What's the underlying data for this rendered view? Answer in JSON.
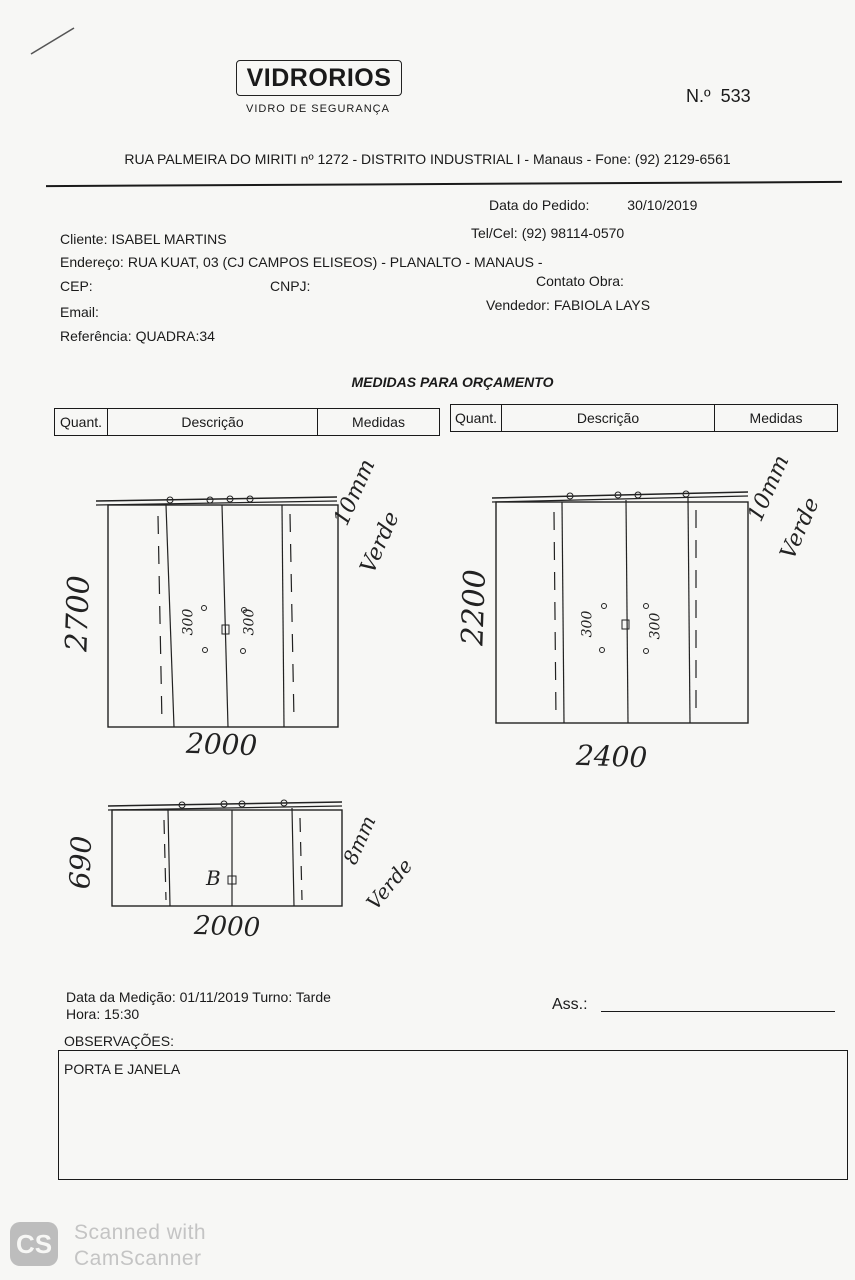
{
  "header": {
    "logo": "VIDRORIOS",
    "tagline": "VIDRO DE SEGURANÇA",
    "doc_number_label": "N.º",
    "doc_number": "533",
    "address": "RUA PALMEIRA DO MIRITI nº 1272 - DISTRITO INDUSTRIAL I - Manaus - Fone: (92) 2129-6561"
  },
  "order": {
    "date_label": "Data do Pedido:",
    "date_value": "30/10/2019",
    "client_label": "Cliente:",
    "client_value": "ISABEL MARTINS",
    "phone_label": "Tel/Cel:",
    "phone_value": "(92) 98114-0570",
    "address_label": "Endereço:",
    "address_value": "RUA KUAT, 03 (CJ CAMPOS ELISEOS) - PLANALTO - MANAUS -",
    "cep_label": "CEP:",
    "cnpj_label": "CNPJ:",
    "contact_label": "Contato Obra:",
    "email_label": "Email:",
    "seller_label": "Vendedor:",
    "seller_value": "FABIOLA LAYS",
    "ref_label": "Referência:",
    "ref_value": "QUADRA:34"
  },
  "measures": {
    "title": "MEDIDAS PARA ORÇAMENTO",
    "columns": [
      "Quant.",
      "Descrição",
      "Medidas"
    ]
  },
  "sketches": {
    "s1": {
      "height": "2700",
      "width": "2000",
      "spec_a": "10mm",
      "spec_b": "Verde",
      "h1": "300",
      "h2": "300"
    },
    "s2": {
      "height": "2200",
      "width": "2400",
      "spec_a": "10mm",
      "spec_b": "Verde",
      "h1": "300",
      "h2": "300"
    },
    "s3": {
      "height": "690",
      "width": "2000",
      "spec_a": "8mm",
      "spec_b": "Verde",
      "mark": "B"
    }
  },
  "footer": {
    "measure_date": "Data da Medição: 01/11/2019  Turno: Tarde",
    "time": "Hora: 15:30",
    "signature_label": "Ass.:",
    "notes_label": "OBSERVAÇÕES:",
    "notes_value": "PORTA E JANELA"
  },
  "watermark": {
    "badge": "CS",
    "line1": "Scanned with",
    "line2": "CamScanner"
  }
}
